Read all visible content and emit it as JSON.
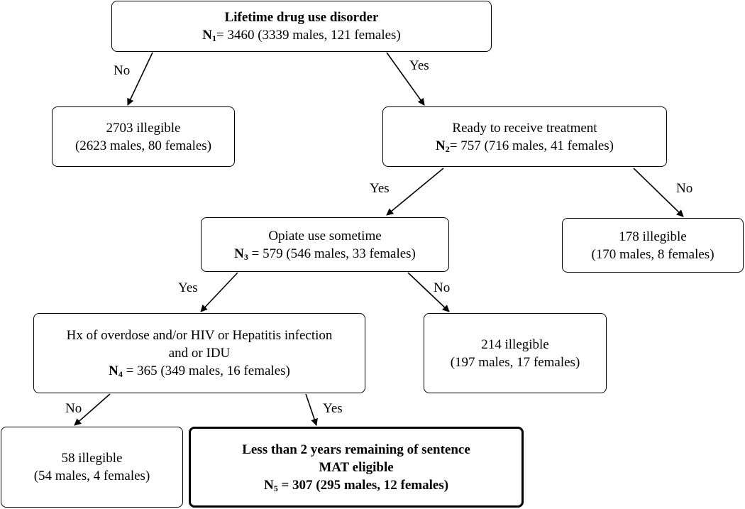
{
  "nodes": {
    "n1": {
      "title": "Lifetime drug use disorder",
      "n_prefix": "N",
      "n_sub": "1",
      "n_text": "= 3460 (3339 males, 121 females)"
    },
    "ill1": {
      "line1": "2703 illegible",
      "line2": "(2623 males, 80 females)"
    },
    "n2": {
      "title": "Ready to receive treatment",
      "n_prefix": "N",
      "n_sub": "2",
      "n_text": "= 757 (716 males, 41 females)"
    },
    "ill2": {
      "line1": "178 illegible",
      "line2": "(170 males, 8 females)"
    },
    "n3": {
      "title": "Opiate use sometime",
      "n_prefix": "N",
      "n_sub": "3",
      "n_text": " = 579 (546 males, 33 females)"
    },
    "ill3": {
      "line1": "214 illegible",
      "line2": "(197 males, 17 females)"
    },
    "n4": {
      "title": "Hx of overdose and/or HIV or Hepatitis infection",
      "title2": "and or IDU",
      "n_prefix": "N",
      "n_sub": "4",
      "n_text": " = 365 (349 males, 16 females)"
    },
    "ill4": {
      "line1": "58 illegible",
      "line2": "(54 males, 4 females)"
    },
    "n5": {
      "title": "Less than 2 years remaining of sentence",
      "title2": "MAT eligible",
      "n_prefix": "N",
      "n_sub": "5",
      "n_text": " = 307 (295 males, 12 females)"
    }
  },
  "edges": {
    "n1_no": "No",
    "n1_yes": "Yes",
    "n2_yes": "Yes",
    "n2_no": "No",
    "n3_yes": "Yes",
    "n3_no": "No",
    "n4_no": "No",
    "n4_yes": "Yes"
  }
}
